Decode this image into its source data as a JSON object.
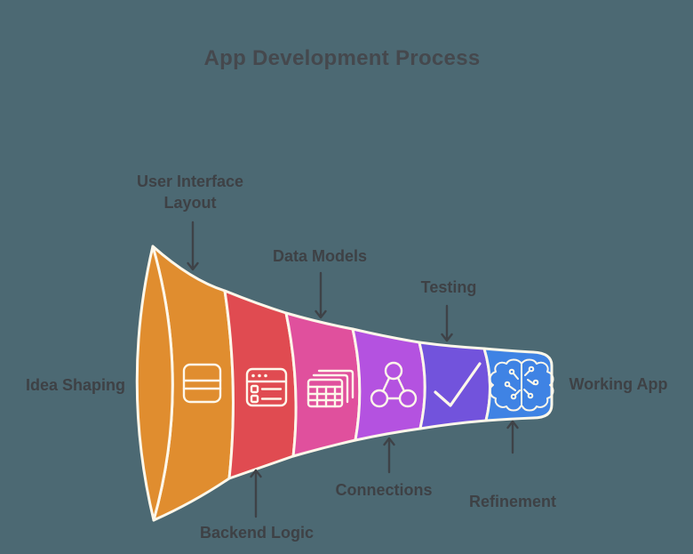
{
  "title": "App Development Process",
  "colors": {
    "background": "#4C6973",
    "title_text": "#45484D",
    "label_text": "#3E4145",
    "arrow": "#3E4247",
    "outline": "#FDF7EA"
  },
  "stages": [
    {
      "label": "Idea Shaping",
      "position": "left"
    },
    {
      "label": "User Interface Layout",
      "position": "top",
      "segment_color": "#E08D2F",
      "icon": "layout-icon"
    },
    {
      "label": "Backend Logic",
      "position": "bottom",
      "segment_color": "#E04B51",
      "icon": "window-list-icon"
    },
    {
      "label": "Data Models",
      "position": "top",
      "segment_color": "#E0509D",
      "icon": "stacked-tables-icon"
    },
    {
      "label": "Connections",
      "position": "bottom",
      "segment_color": "#B452E0",
      "icon": "network-nodes-icon"
    },
    {
      "label": "Testing",
      "position": "top",
      "segment_color": "#7253DC",
      "icon": "checkmark-icon"
    },
    {
      "label": "Refinement",
      "position": "bottom",
      "segment_color": "#3F83E4",
      "icon": "brain-circuit-icon"
    },
    {
      "label": "Working App",
      "position": "right"
    }
  ]
}
